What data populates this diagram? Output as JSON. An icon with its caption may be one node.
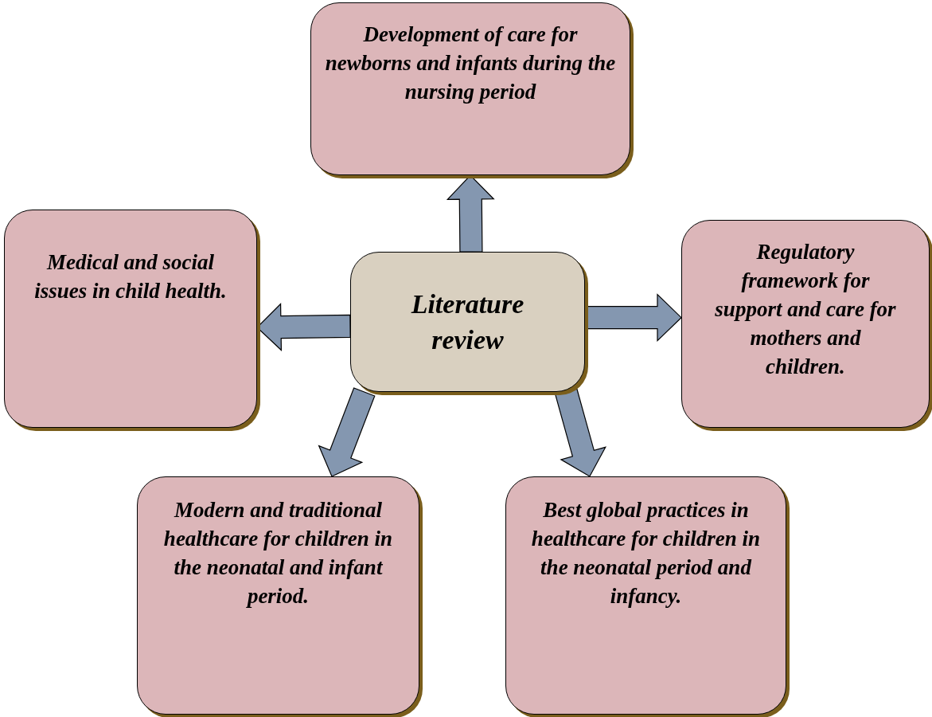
{
  "diagram": {
    "nodes": [
      {
        "text": [
          "Development of care for newborns and infants during the nursing period"
        ]
      },
      {
        "text": [
          "Medical and social issues in child health."
        ]
      },
      {
        "text": [
          "Literature review"
        ]
      },
      {
        "text": [
          "Regulatory framework for support and care for mothers and children."
        ]
      },
      {
        "text": [
          "Modern and traditional healthcare for children in the neonatal and infant period."
        ]
      },
      {
        "text": [
          "Best global practices in healthcare for children in the neonatal period and infancy."
        ]
      }
    ],
    "edges": [
      {
        "from": 2,
        "to": 0,
        "arrow": "to"
      },
      {
        "from": 2,
        "to": 1,
        "arrow": "to"
      },
      {
        "from": 2,
        "to": 3,
        "arrow": "to"
      },
      {
        "from": 2,
        "to": 4,
        "arrow": "to"
      },
      {
        "from": 2,
        "to": 5,
        "arrow": "to"
      }
    ]
  }
}
